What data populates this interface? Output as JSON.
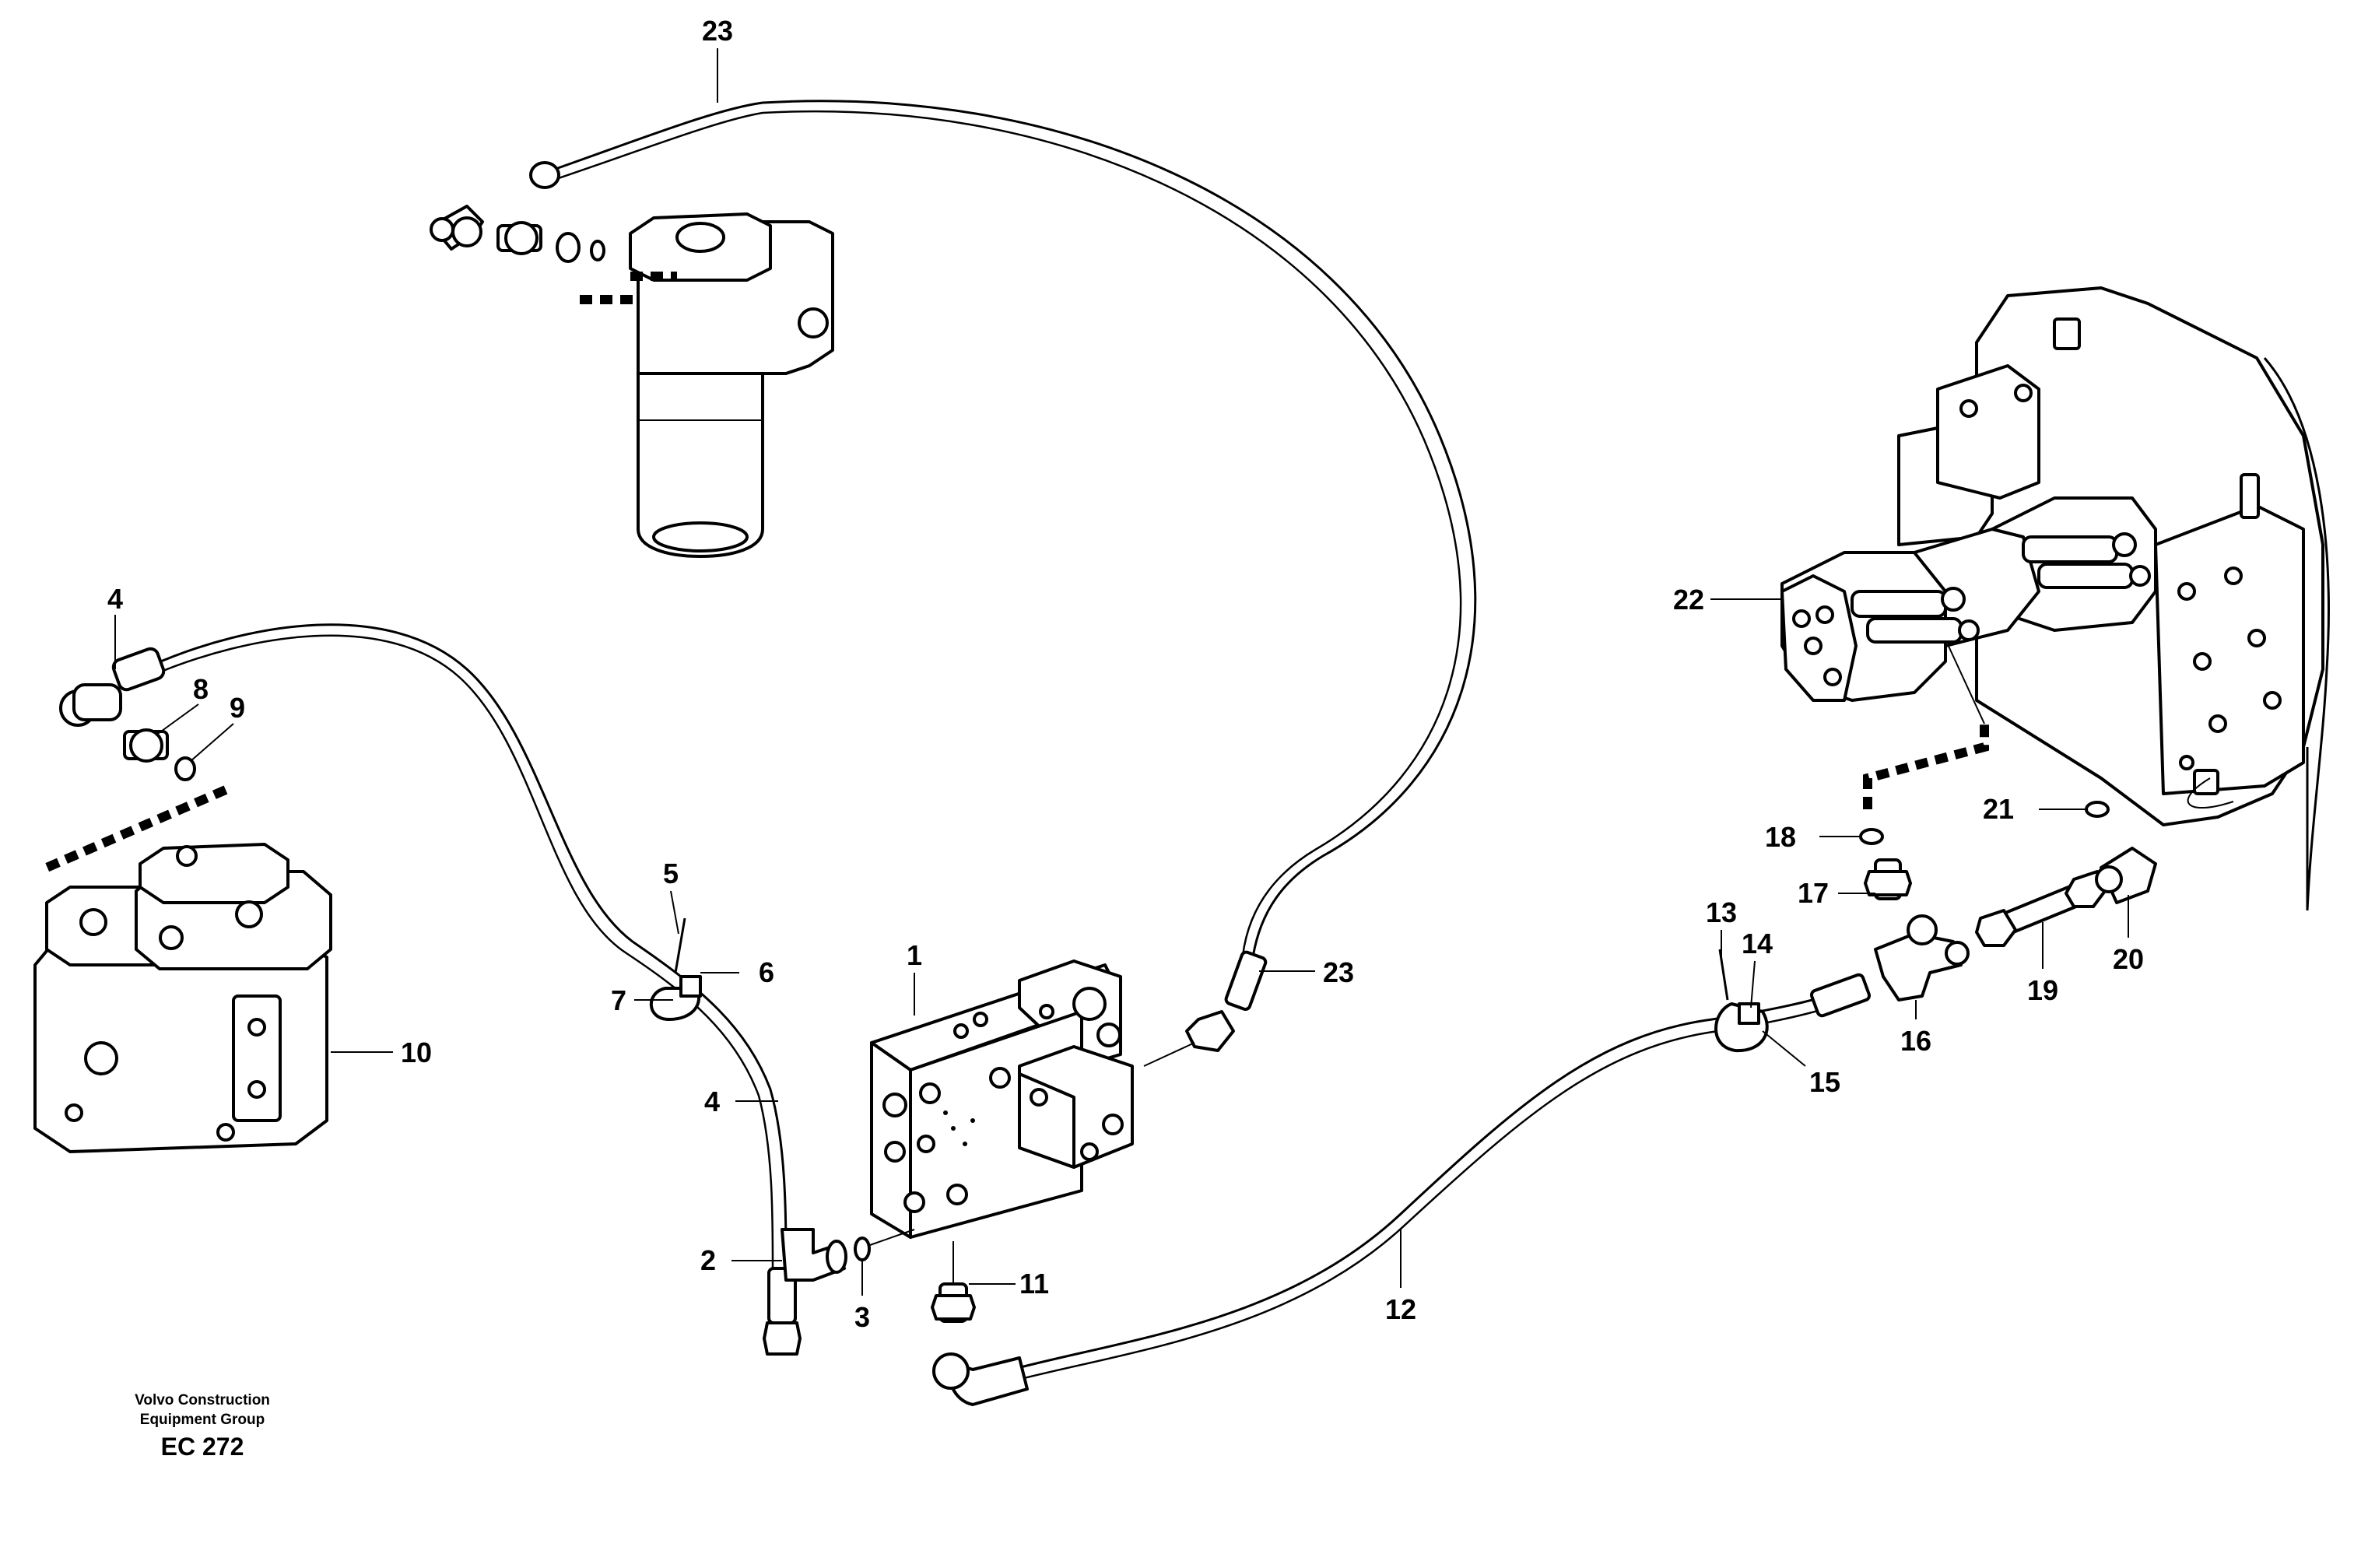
{
  "labels": {
    "l1": "1",
    "l2": "2",
    "l3": "3",
    "l4a": "4",
    "l4b": "4",
    "l5": "5",
    "l6": "6",
    "l7": "7",
    "l8": "8",
    "l9": "9",
    "l10": "10",
    "l11": "11",
    "l12": "12",
    "l13": "13",
    "l14": "14",
    "l15": "15",
    "l16": "16",
    "l17": "17",
    "l18": "18",
    "l19": "19",
    "l20": "20",
    "l21": "21",
    "l22": "22",
    "l23a": "23",
    "l23b": "23"
  },
  "caption": {
    "line1": "Volvo Construction",
    "line2": "Equipment Group",
    "code": "EC 272"
  }
}
